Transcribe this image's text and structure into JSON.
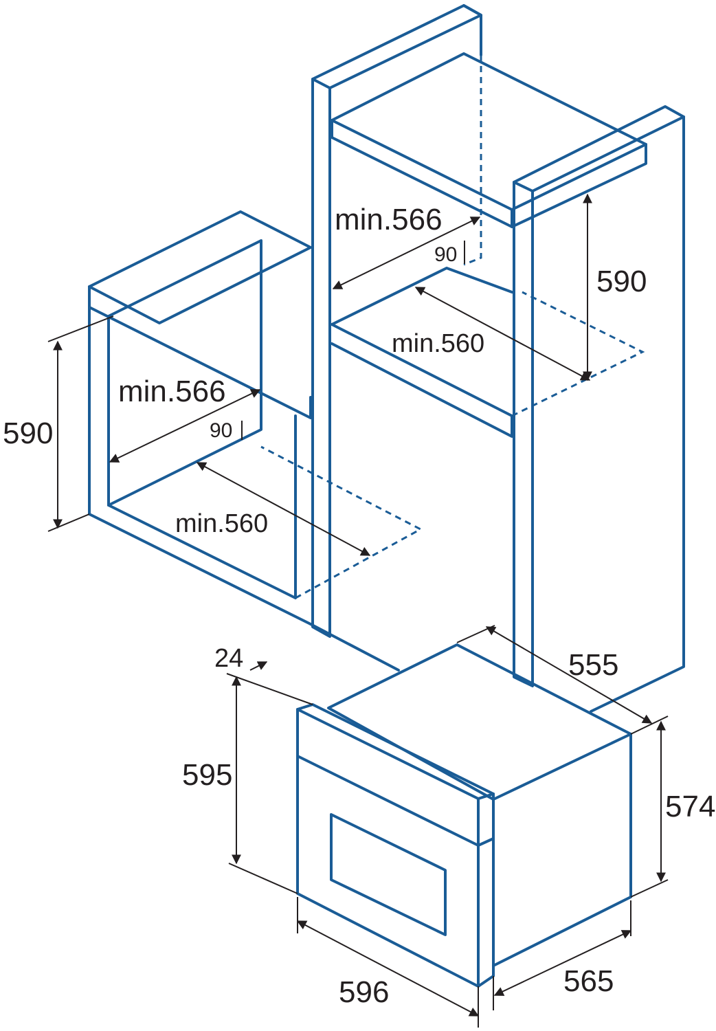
{
  "colors": {
    "structure": "#1a5c96",
    "dimension": "#231f20",
    "background": "#ffffff"
  },
  "labels": {
    "upper_cabinet": {
      "depth": "min.566",
      "gap": "90",
      "width": "min.560",
      "height": "590"
    },
    "lower_cabinet": {
      "depth": "min.566",
      "gap": "90",
      "width": "min.560",
      "height": "590"
    },
    "oven": {
      "front_thickness": "24",
      "front_height": "595",
      "body_depth": "555",
      "body_height": "574",
      "front_width": "596",
      "body_width": "565"
    }
  }
}
